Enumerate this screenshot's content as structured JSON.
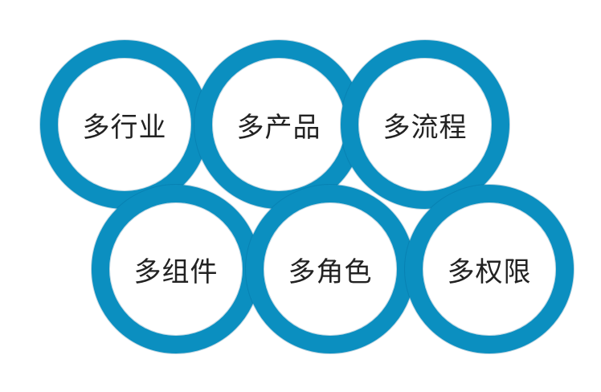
{
  "diagram": {
    "ring_color": "#0b8fc0",
    "items": [
      {
        "label": "多行业"
      },
      {
        "label": "多产品"
      },
      {
        "label": "多流程"
      },
      {
        "label": "多组件"
      },
      {
        "label": "多角色"
      },
      {
        "label": "多权限"
      }
    ]
  }
}
